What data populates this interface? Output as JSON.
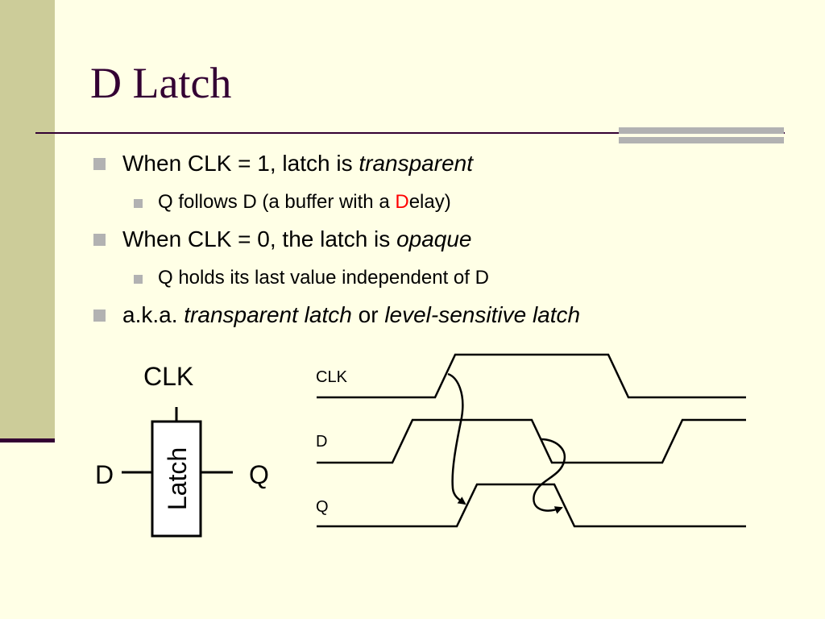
{
  "slide": {
    "title": "D Latch",
    "bullets": [
      {
        "pre": "When CLK = 1, latch is ",
        "em": "transparent"
      },
      {
        "pre": "Q follows D (a buffer with a ",
        "red": "D",
        "post": "elay)"
      },
      {
        "pre": "When CLK = 0, the latch is ",
        "em": "opaque"
      },
      {
        "pre": "Q holds its last value independent of D"
      },
      {
        "pre": "a.k.a. ",
        "em": "transparent latch",
        "mid": " or ",
        "em2": "level-sensitive latch"
      }
    ]
  },
  "latch_symbol": {
    "block_label": "Latch",
    "clk_label": "CLK",
    "d_label": "D",
    "q_label": "Q"
  },
  "timing_diagram": {
    "signals": [
      "CLK",
      "D",
      "Q"
    ],
    "colors": {
      "signal": "#000000",
      "text": "#000000",
      "accent": "#FF0000"
    }
  }
}
